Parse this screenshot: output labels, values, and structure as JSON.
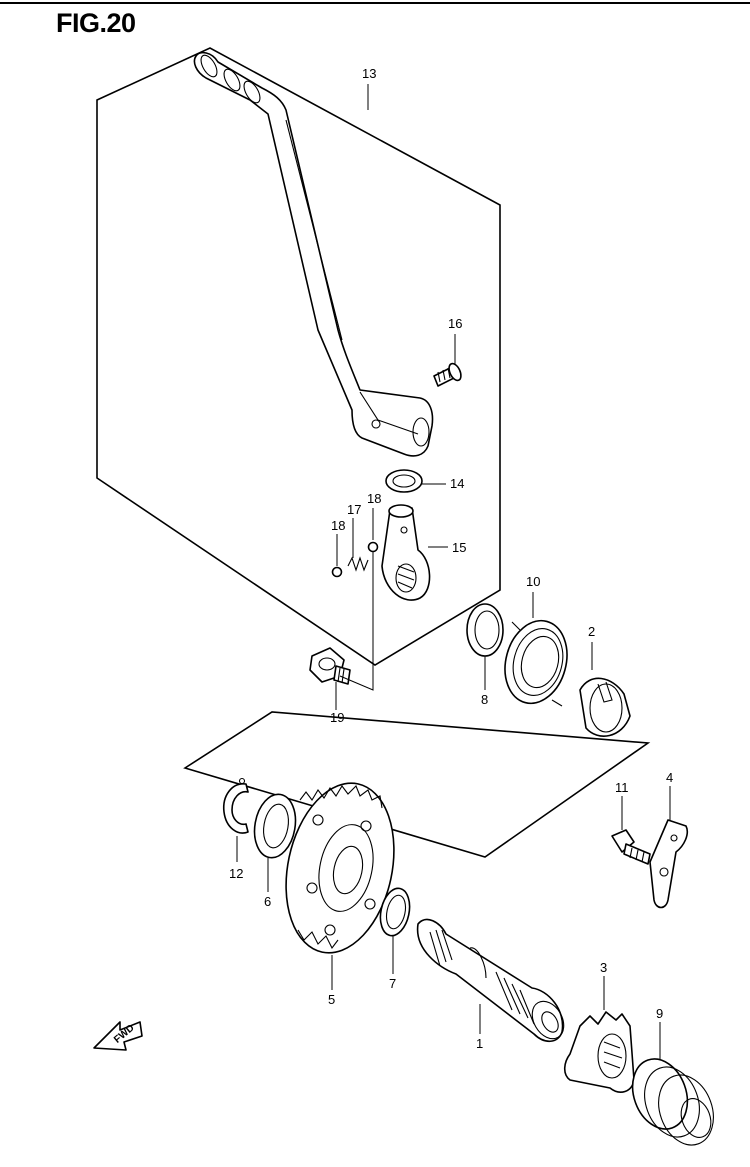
{
  "figure": {
    "title": "FIG.20"
  },
  "callouts": {
    "p1": "1",
    "p2": "2",
    "p3": "3",
    "p4": "4",
    "p5": "5",
    "p6": "6",
    "p7": "7",
    "p8": "8",
    "p9": "9",
    "p10": "10",
    "p11": "11",
    "p12": "12",
    "p13": "13",
    "p14": "14",
    "p15": "15",
    "p16": "16",
    "p17": "17",
    "p18a": "18",
    "p18b": "18",
    "p19": "19"
  },
  "fwd_label": "FWD",
  "colors": {
    "ink": "#000000",
    "paper": "#ffffff"
  }
}
